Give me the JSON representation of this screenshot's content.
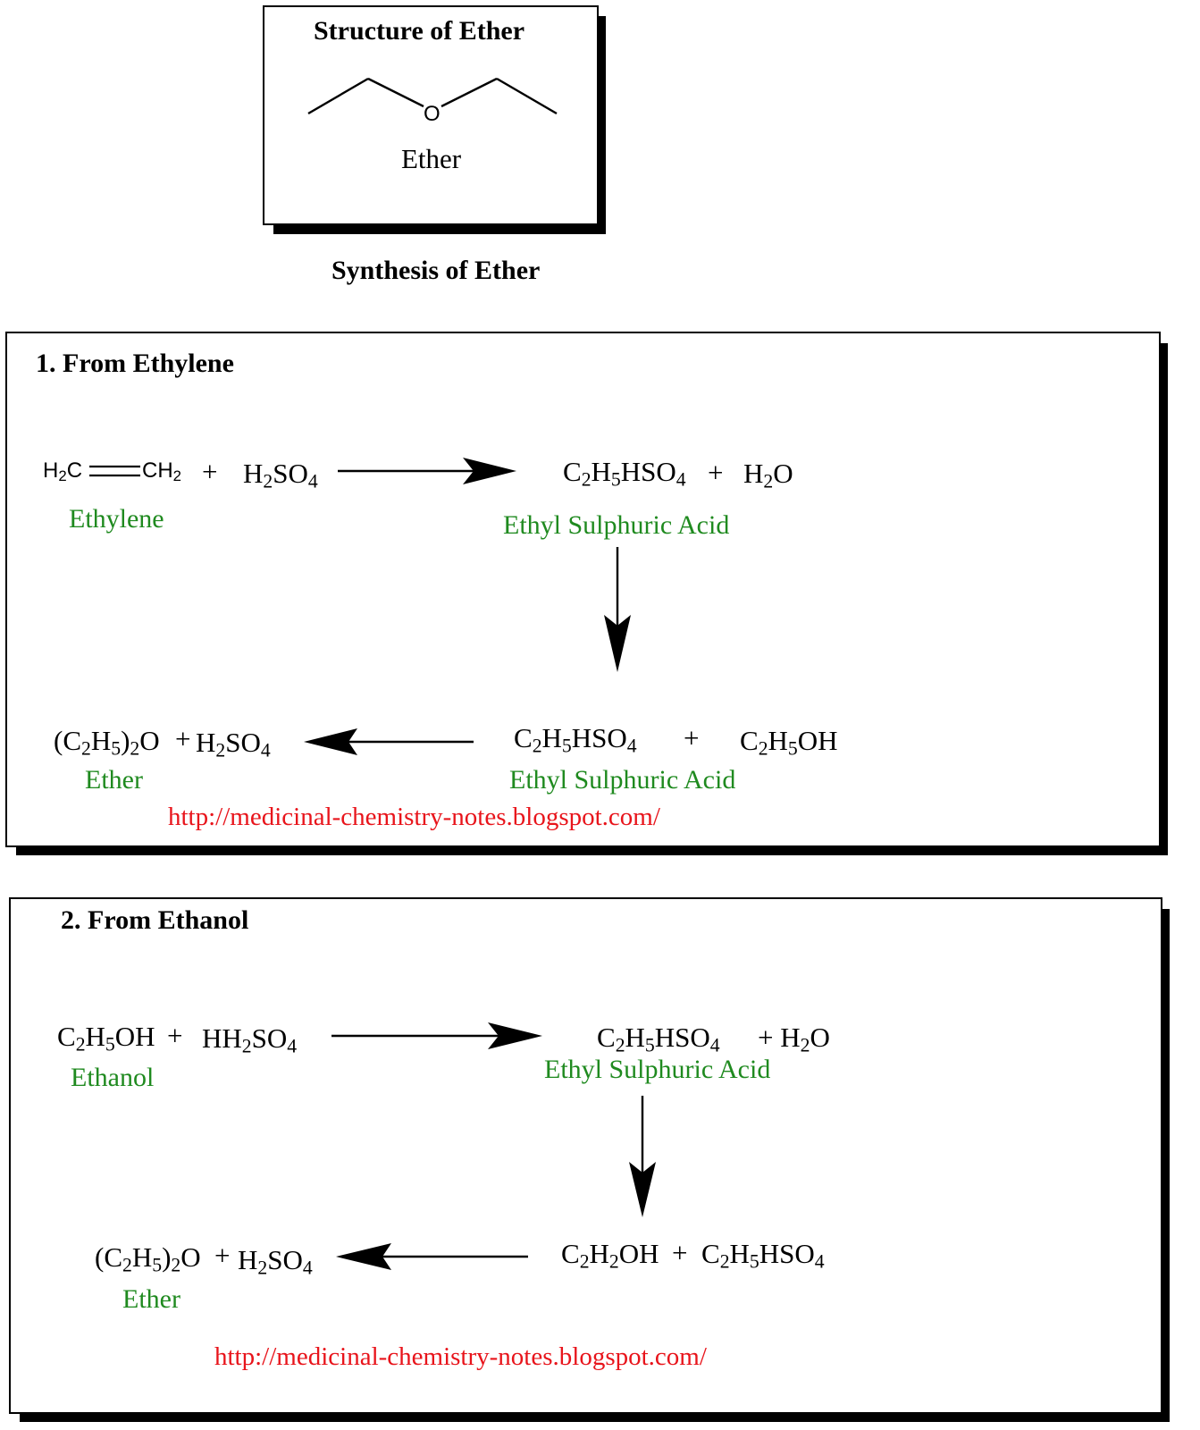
{
  "structure": {
    "title": "Structure of Ether",
    "atom_o": "O",
    "label": "Ether"
  },
  "synthesis_title": "Synthesis of Ether",
  "section1": {
    "heading": "1. From Ethylene",
    "ethylene_left": "H",
    "ethylene_left_sub": "2",
    "ethylene_left_c": "C",
    "ethylene_right": "CH",
    "ethylene_right_sub": "2",
    "plus": "+",
    "reagent": [
      "H",
      "2",
      "SO",
      "4"
    ],
    "ethylene_name": "Ethylene",
    "product1": [
      "C",
      "2",
      "H",
      "5",
      "HSO",
      "4"
    ],
    "plus2": "+",
    "water": [
      "H",
      "2",
      "O"
    ],
    "esa_name": "Ethyl Sulphuric Acid",
    "ether_formula": [
      "(C",
      "2",
      "H",
      "5",
      ")",
      "2",
      "O"
    ],
    "plus3": "+",
    "acid_out": [
      "H",
      "2",
      "SO",
      "4"
    ],
    "ether_name": "Ether",
    "esa2": [
      "C",
      "2",
      "H",
      "5",
      "HSO",
      "4"
    ],
    "plus4": "+",
    "ethanol": [
      "C",
      "2",
      "H",
      "5",
      "OH"
    ],
    "esa_name2": "Ethyl Sulphuric Acid",
    "url": "http://medicinal-chemistry-notes.blogspot.com/"
  },
  "section2": {
    "heading": "2. From Ethanol",
    "ethanol": [
      "C",
      "2",
      "H",
      "5",
      "OH"
    ],
    "plus": "+",
    "reagent": [
      "HH",
      "2",
      "SO",
      "4"
    ],
    "ethanol_name": "Ethanol",
    "product1": [
      "C",
      "2",
      "H",
      "5",
      "HSO",
      "4"
    ],
    "water": [
      "+ H",
      "2",
      "O"
    ],
    "esa_name": "Ethyl Sulphuric Acid",
    "ether_formula": [
      "(C",
      "2",
      "H",
      "5",
      ")",
      "2",
      "O"
    ],
    "plus2": "+",
    "acid_out": [
      "H",
      "2",
      "SO",
      "4"
    ],
    "ether_name": "Ether",
    "reactant_a": [
      "C",
      "2",
      "H",
      "2",
      "OH"
    ],
    "plus3": "+",
    "reactant_b": [
      "C",
      "2",
      "H",
      "5",
      "HSO",
      "4"
    ],
    "url": "http://medicinal-chemistry-notes.blogspot.com/"
  }
}
